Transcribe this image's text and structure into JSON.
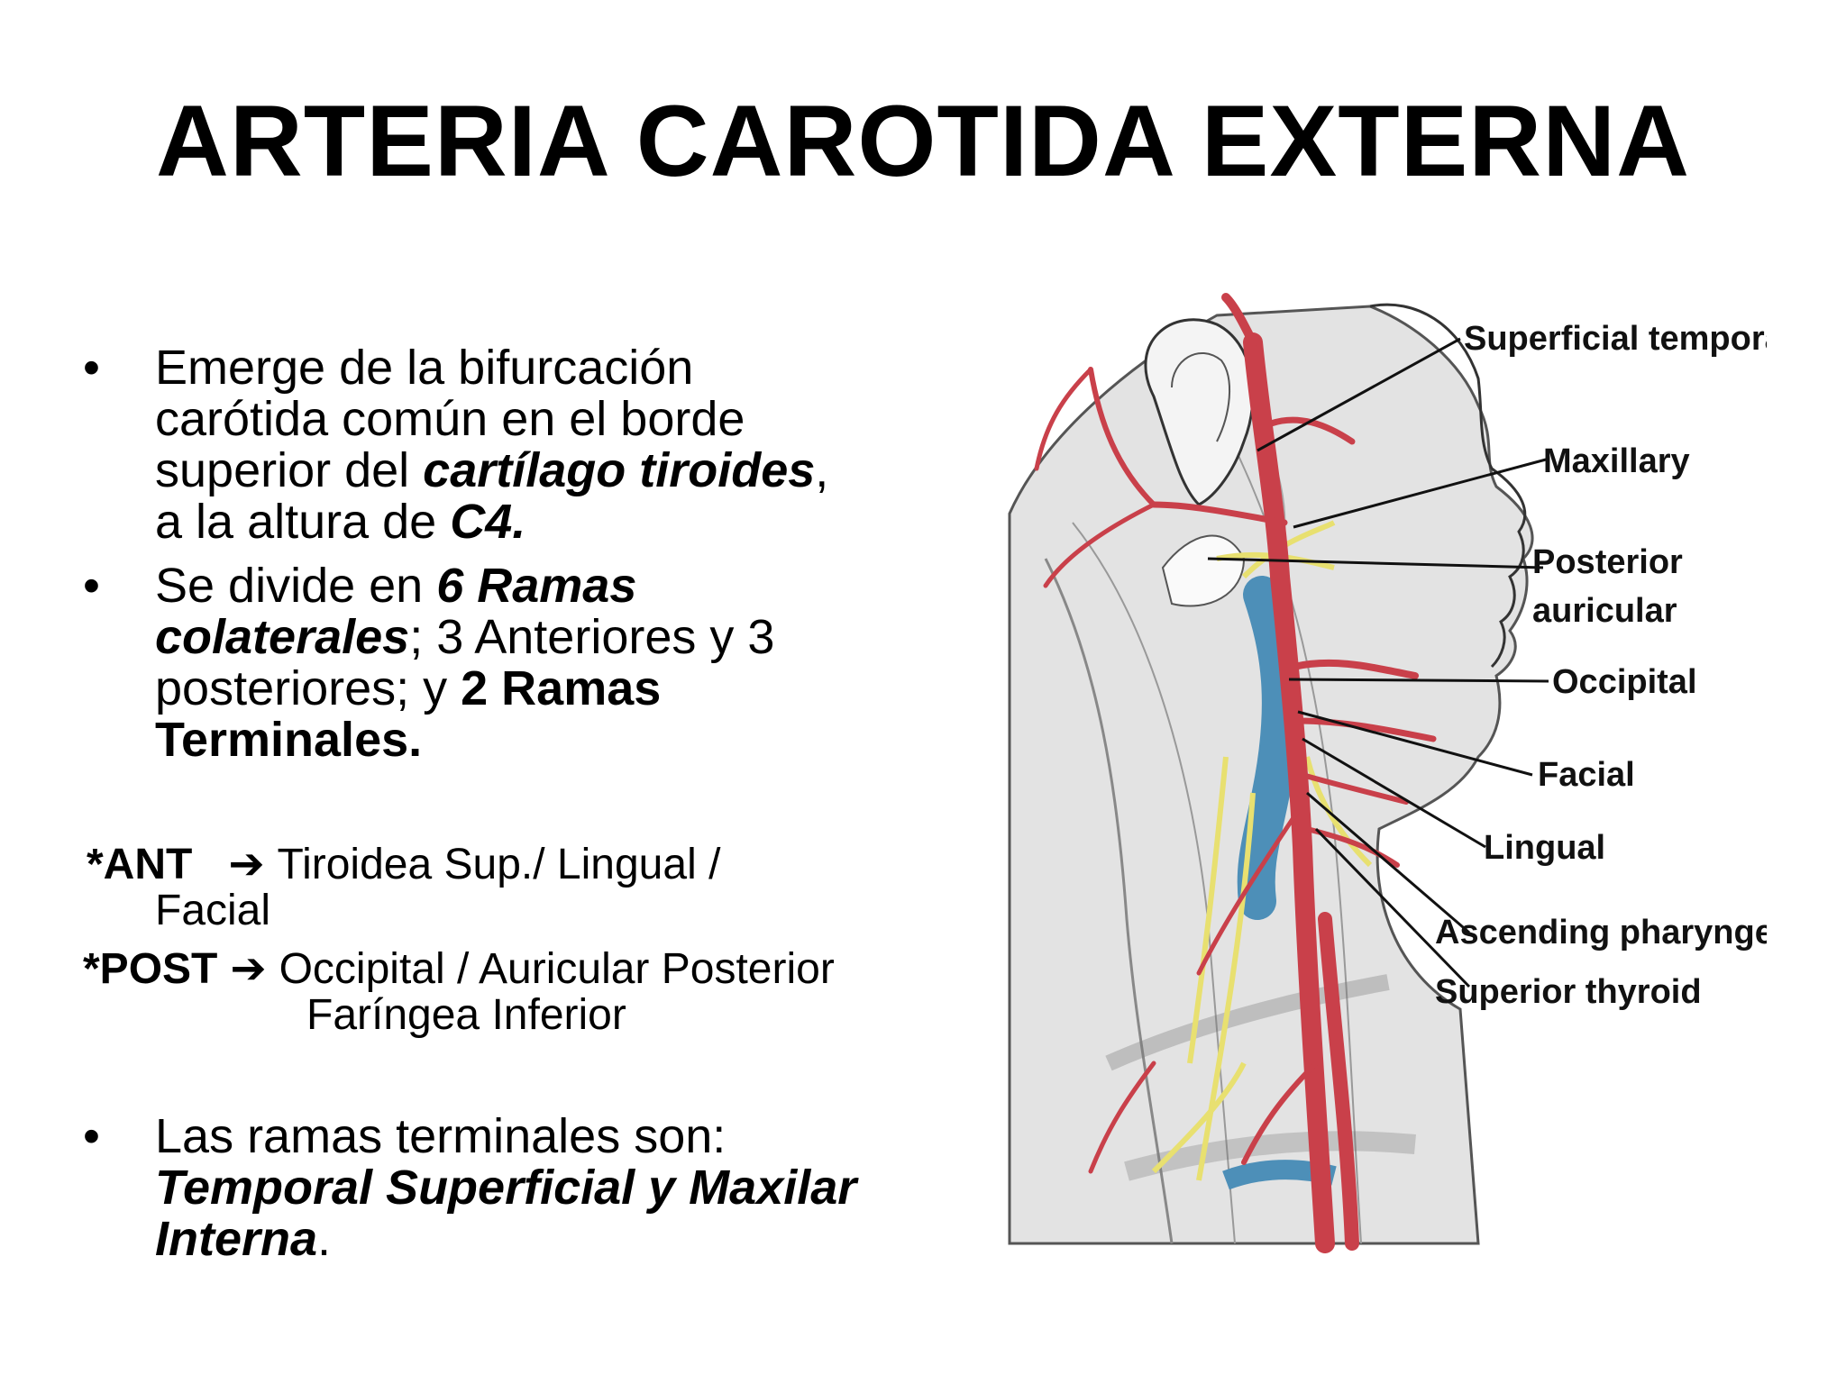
{
  "title": "ARTERIA CAROTIDA EXTERNA",
  "bullets": {
    "b1": {
      "l1": "Emerge de la bifurcación",
      "l2": "carótida común en el borde",
      "l3a": "superior del ",
      "l3b": "cartílago tiroides",
      "l3c": ",",
      "l4a": "a la altura de ",
      "l4b": "C4."
    },
    "b2": {
      "l1a": "Se divide en ",
      "l1b": "6 Ramas",
      "l2a": "colaterales",
      "l2b": "; 3 Anteriores y 3",
      "l3a": "posteriores; y ",
      "l3b": "2 Ramas",
      "l4": "Terminales."
    },
    "b3": {
      "l1": "Las ramas terminales son:",
      "l2": "Temporal Superficial y Maxilar",
      "l3a": "Interna",
      "l3b": "."
    },
    "bullet_char": "•"
  },
  "groups": {
    "ant_label": "*ANT",
    "ant_text": "Tiroidea Sup./ Lingual /",
    "ant_text2": "Facial",
    "post_label": "*POST",
    "post_text": "Occipital / Auricular Posterior",
    "post_text2": "Faríngea Inferior",
    "arrow": "➔"
  },
  "figure_labels": {
    "superficial_temporal": "Superficial temporal",
    "maxillary": "Maxillary",
    "posterior": "Posterior",
    "auricular": "auricular",
    "occipital": "Occipital",
    "facial": "Facial",
    "lingual": "Lingual",
    "ascending_pharyngeal": "Ascending pharyngeal",
    "superior_thyroid": "Superior thyroid"
  },
  "colors": {
    "artery": "#c9404a",
    "vein": "#4d8fb8",
    "nerve": "#e8e070",
    "muscle": "#d8d8d8"
  }
}
